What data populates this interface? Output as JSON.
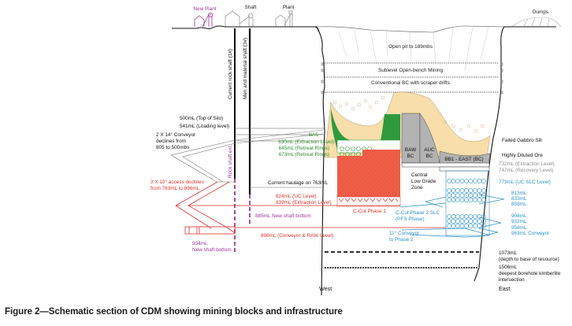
{
  "figure": {
    "caption": "Figure 2—Schematic section of CDM showing mining blocks and infrastructure"
  },
  "colors": {
    "ground": "#111111",
    "magenta": "#a0369a",
    "red": "#e0302a",
    "red_fill": "#ee5a44",
    "green": "#2e9a3c",
    "green_text": "#2f8f2f",
    "sand": "#f7deaa",
    "grey_block": "#b3b3b3",
    "blue": "#2a92c8",
    "grey_text": "#8c8c8c"
  },
  "surface": {
    "new_plant": "New Plant",
    "shaft": "Shaft",
    "plant": "Plant",
    "dumps": "Dumps"
  },
  "shafts": {
    "rock_shaft": "Current rock shaft (1#)",
    "man_material_shaft": "Men and material shaft (3#)",
    "rock_shaft_ext": "Rock shaft ext."
  },
  "pit": {
    "open_pit": "Open pit to 189mbs",
    "sublevel": "Sublevel Open-bench Mining",
    "conventional_bc": "Conventional BC with scraper drifts"
  },
  "levels_left": {
    "top_of_silo": "500mL (Top of Silo)",
    "loading_level": "541mL (Loading level)",
    "conveyor_declines": [
      "2 X 14° Conveyor",
      "declines from",
      "805 to 500mbs"
    ],
    "access_declines": [
      "2 X 10° access declines",
      "from 763mL to 896mL"
    ],
    "current_haulage": "Current haulage on 763mL",
    "new_shaft_bottom_885": "885mL New shaft bottom",
    "conveyor_raw_level": "896mL (Conveyor & RAW Level)",
    "new_shaft_bottom_934": [
      "934mL",
      "New shaft bottom"
    ]
  },
  "blocks": {
    "bas": "BA5",
    "bas_levels": [
      "630mL (Extraction Level)",
      "645mL (Retreat Rings)",
      "673mL (Retreat Rings)"
    ],
    "uc_level": "824mL (UC Level)",
    "extraction_839": "839mL (Extraction Level)",
    "c_cut_phase1": "C-Cut Phase 1",
    "baw_bc": [
      "BAW",
      "BC"
    ],
    "auc_bc": [
      "AUC",
      "BC"
    ],
    "bb1_east": "BB1 - EAST (BC)",
    "central_zone": [
      "Central",
      "Low Grade",
      "Zone"
    ],
    "c_cut_phase2": [
      "C-Cut Phase 2 SLC",
      "(PFS Phase)"
    ],
    "conveyor_phase2": [
      "11° Conveyor",
      "to Phase 2"
    ]
  },
  "levels_right": {
    "failed_gabbro": "Failed Gabbro Sill",
    "highly_diluted": "Highly Diluted Ore",
    "extraction_732": "732mL (Extraction Level)",
    "recovery_747": "747mL (Recovery Level)",
    "uc_slc_773": "773mL (UC SLC Level)",
    "slc_levels": [
      "813mL",
      "833mL",
      "858mL",
      "908mL",
      "932mL",
      "958mL",
      "963mL Conveyor"
    ],
    "base_resource": [
      "1073mL",
      "(depth to base of resource)"
    ],
    "deepest_borehole": [
      "1506mL",
      "deepest borehole kimberlite",
      "intersection"
    ]
  },
  "orientation": {
    "west": "West",
    "east": "East"
  }
}
